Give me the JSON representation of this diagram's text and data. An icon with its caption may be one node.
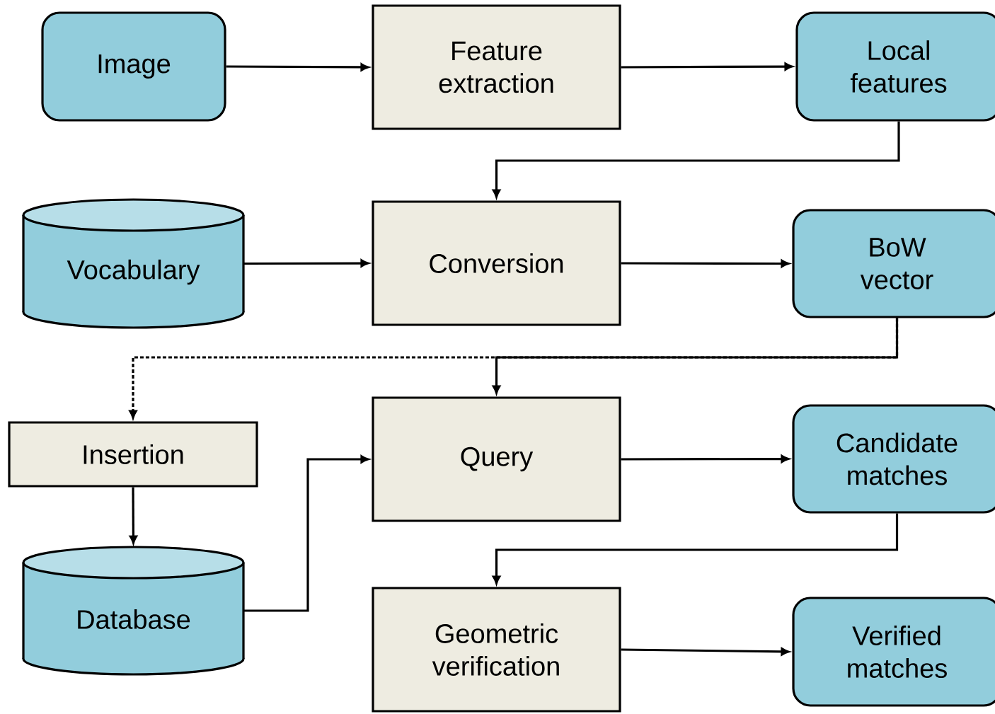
{
  "diagram": {
    "nodes": [
      {
        "text": [
          "Image"
        ]
      },
      {
        "text": [
          "Feature extraction"
        ]
      },
      {
        "text": [
          "Local features"
        ]
      },
      {
        "text": [
          "Vocabulary"
        ]
      },
      {
        "text": [
          "Conversion"
        ]
      },
      {
        "text": [
          "BoW vector"
        ]
      },
      {
        "text": [
          "Insertion"
        ]
      },
      {
        "text": [
          "Query"
        ]
      },
      {
        "text": [
          "Candidate matches"
        ]
      },
      {
        "text": [
          "Database"
        ]
      },
      {
        "text": [
          "Geometric verification"
        ]
      },
      {
        "text": [
          "Verified matches"
        ]
      }
    ],
    "edges": [
      {
        "from": 0,
        "to": 1,
        "arrow": "to"
      },
      {
        "from": 1,
        "to": 2,
        "arrow": "to"
      },
      {
        "from": 2,
        "to": 4,
        "arrow": "to"
      },
      {
        "from": 3,
        "to": 4,
        "arrow": "to"
      },
      {
        "from": 4,
        "to": 5,
        "arrow": "to"
      },
      {
        "from": 5,
        "to": 7,
        "arrow": "to"
      },
      {
        "from": 5,
        "to": 6,
        "arrow": "to",
        "style": "dashed"
      },
      {
        "from": 6,
        "to": 9,
        "arrow": "to"
      },
      {
        "from": 9,
        "to": 7,
        "arrow": "to"
      },
      {
        "from": 7,
        "to": 8,
        "arrow": "to"
      },
      {
        "from": 8,
        "to": 10,
        "arrow": "to"
      },
      {
        "from": 10,
        "to": 11,
        "arrow": "to"
      }
    ]
  }
}
